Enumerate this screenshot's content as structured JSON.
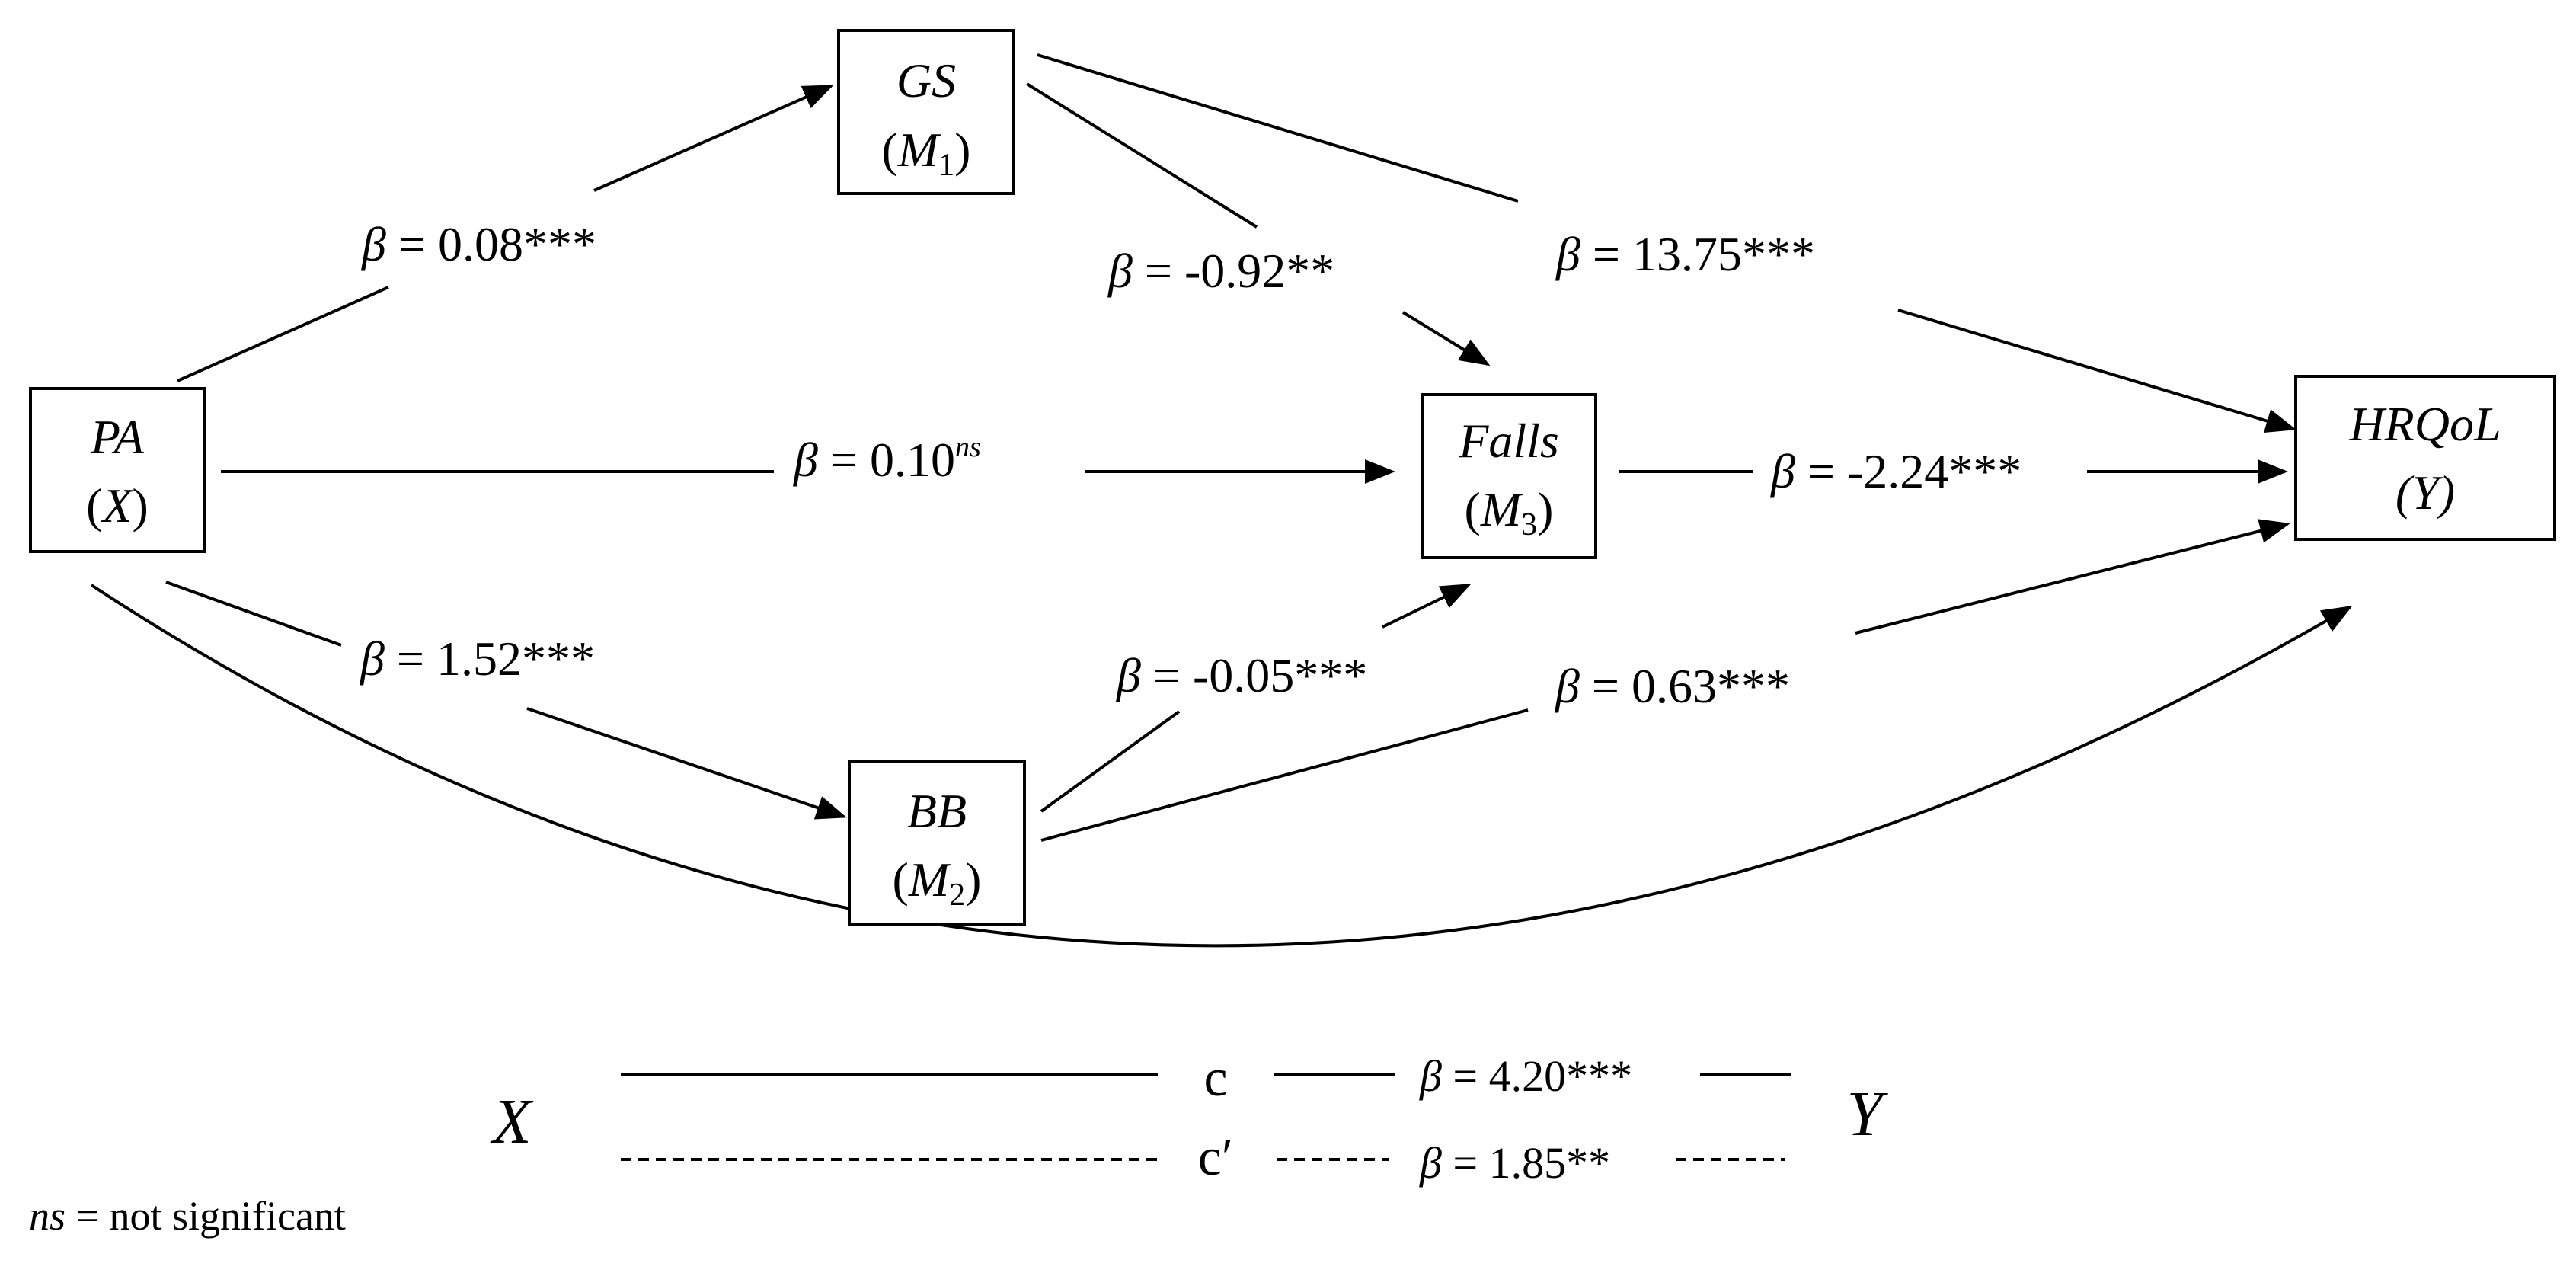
{
  "nodes": {
    "pa": {
      "label": "PA",
      "role_open": "(",
      "role": "X",
      "role_close": ")"
    },
    "gs": {
      "label": "GS",
      "role_open": "(",
      "role": "M",
      "role_sub": "1",
      "role_close": ")"
    },
    "bb": {
      "label": "BB",
      "role_open": "(",
      "role": "M",
      "role_sub": "2",
      "role_close": ")"
    },
    "falls": {
      "label": "Falls",
      "role_open": "(",
      "role": "M",
      "role_sub": "3",
      "role_close": ")"
    },
    "hrqol": {
      "label": "HRQoL",
      "role": "(Y)"
    }
  },
  "paths": {
    "beta": "β",
    "pa_gs": {
      "value": "= 0.08***"
    },
    "gs_falls": {
      "value": "= -0.92**"
    },
    "gs_hrqol": {
      "value": "= 13.75***"
    },
    "pa_falls": {
      "value": "= 0.10",
      "sup": "ns"
    },
    "falls_hrqol": {
      "value": "= -2.24***"
    },
    "pa_bb": {
      "value": "= 1.52***"
    },
    "bb_falls": {
      "value": "= -0.05***"
    },
    "bb_hrqol": {
      "value": "= 0.63***"
    }
  },
  "effects": {
    "x_label": "X",
    "y_label": "Y",
    "total": {
      "symbol": "c",
      "value": "= 4.20***"
    },
    "direct": {
      "symbol": "c′",
      "value": "= 1.85**"
    }
  },
  "footnote": {
    "abbr": "ns",
    "text": " = not significant"
  }
}
